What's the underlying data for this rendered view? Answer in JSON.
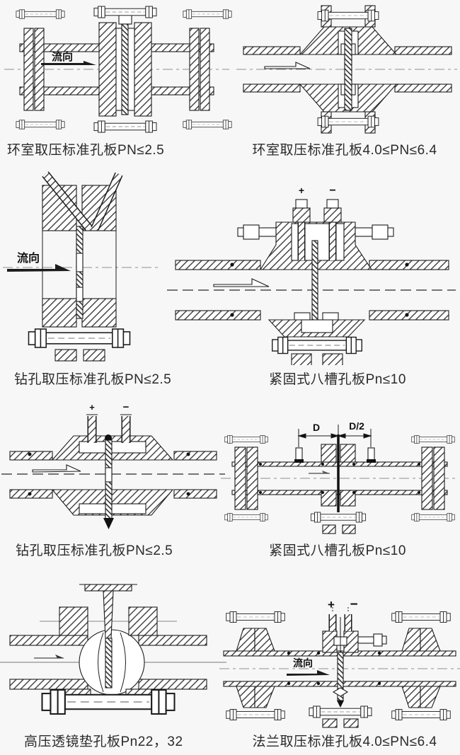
{
  "page": {
    "background": "#f7f7f7",
    "ink": "#1c1c1c"
  },
  "figures": [
    {
      "caption": "环室取压标准孔板PN≤2.5",
      "flow_label": "流向"
    },
    {
      "caption": "环室取压标准孔板4.0≤PN≤6.4"
    },
    {
      "caption": "钻孔取压标准孔板PN≤2.5",
      "flow_label": "流向"
    },
    {
      "caption": "紧固式八槽孔板Pn≤10",
      "plus_label": "+",
      "minus_label": "−"
    },
    {
      "caption": "钻孔取压标准孔板PN≤2.5",
      "plus_label": "+",
      "minus_label": "−"
    },
    {
      "caption": "紧固式八槽孔板Pn≤10",
      "dim_d_label": "D",
      "dim_d2_label": "D/2"
    },
    {
      "caption": "高压透镜垫孔板Pn22，32"
    },
    {
      "caption": "法兰取压标准孔板4.0≤PN≤6.4",
      "flow_label": "流向",
      "plus_label": "+",
      "minus_label": "−"
    }
  ]
}
